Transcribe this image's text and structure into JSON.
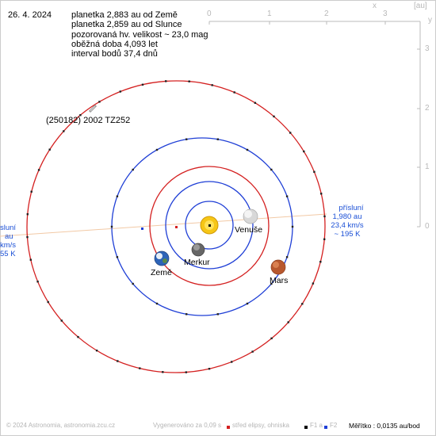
{
  "date": "26. 4. 2024",
  "info_lines": [
    "planetka 2,883 au od Země",
    "planetka 2,859 au od Slunce",
    "pozorovaná hv. velikost ~ 23,0 mag",
    "oběžná doba 4,093 let",
    "interval bodů 37,4 dnů"
  ],
  "asteroid_name": "(250182) 2002 TZ252",
  "planets": [
    "Venuše",
    "Merkur",
    "Země",
    "Mars"
  ],
  "axis": {
    "top_ticks": [
      "0",
      "1",
      "2",
      "3"
    ],
    "top_x": "x",
    "unit": "[au]",
    "right_ticks": [
      "3",
      "2",
      "1",
      "0"
    ],
    "right_y": "y"
  },
  "perihelion": [
    "přísluní",
    "1,980 au",
    "23,4 km/s",
    "~ 195 K"
  ],
  "aphelion_partial": [
    "sluní",
    "au",
    "km/s",
    "55 K"
  ],
  "footer": {
    "copyright": "© 2024 Astronomia, astronomia.zcu.cz",
    "generated": "Vygenerováno za 0,09 s",
    "legend_center": "střed elipsy, ohniska",
    "legend_f1": "F1 a",
    "legend_f2": "F2",
    "scale": "Měřítko : 0,0135 au/bod"
  },
  "colors": {
    "orbit_blue": "#1f3fd6",
    "orbit_red": "#d42020",
    "axis_gray": "#b8b8b8",
    "line_of_apsides": "#f0c8a0"
  }
}
